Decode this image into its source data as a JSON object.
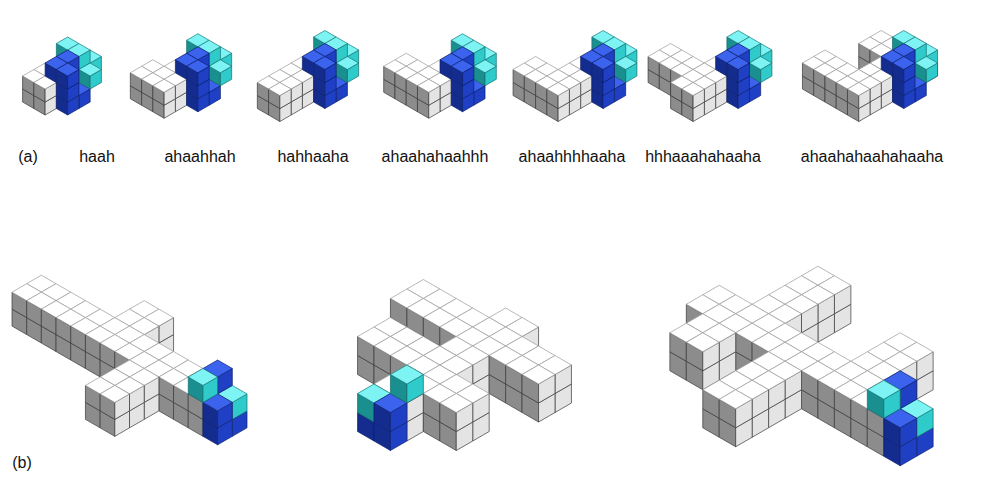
{
  "diagram": {
    "labels": [
      "(a)",
      "haah",
      "ahaahhah",
      "hahhaaha",
      "ahaahahaahhh",
      "ahaahhhhaaha",
      "hhhaaahahaaha",
      "ahaahahaahahaaha",
      "(b)"
    ]
  }
}
